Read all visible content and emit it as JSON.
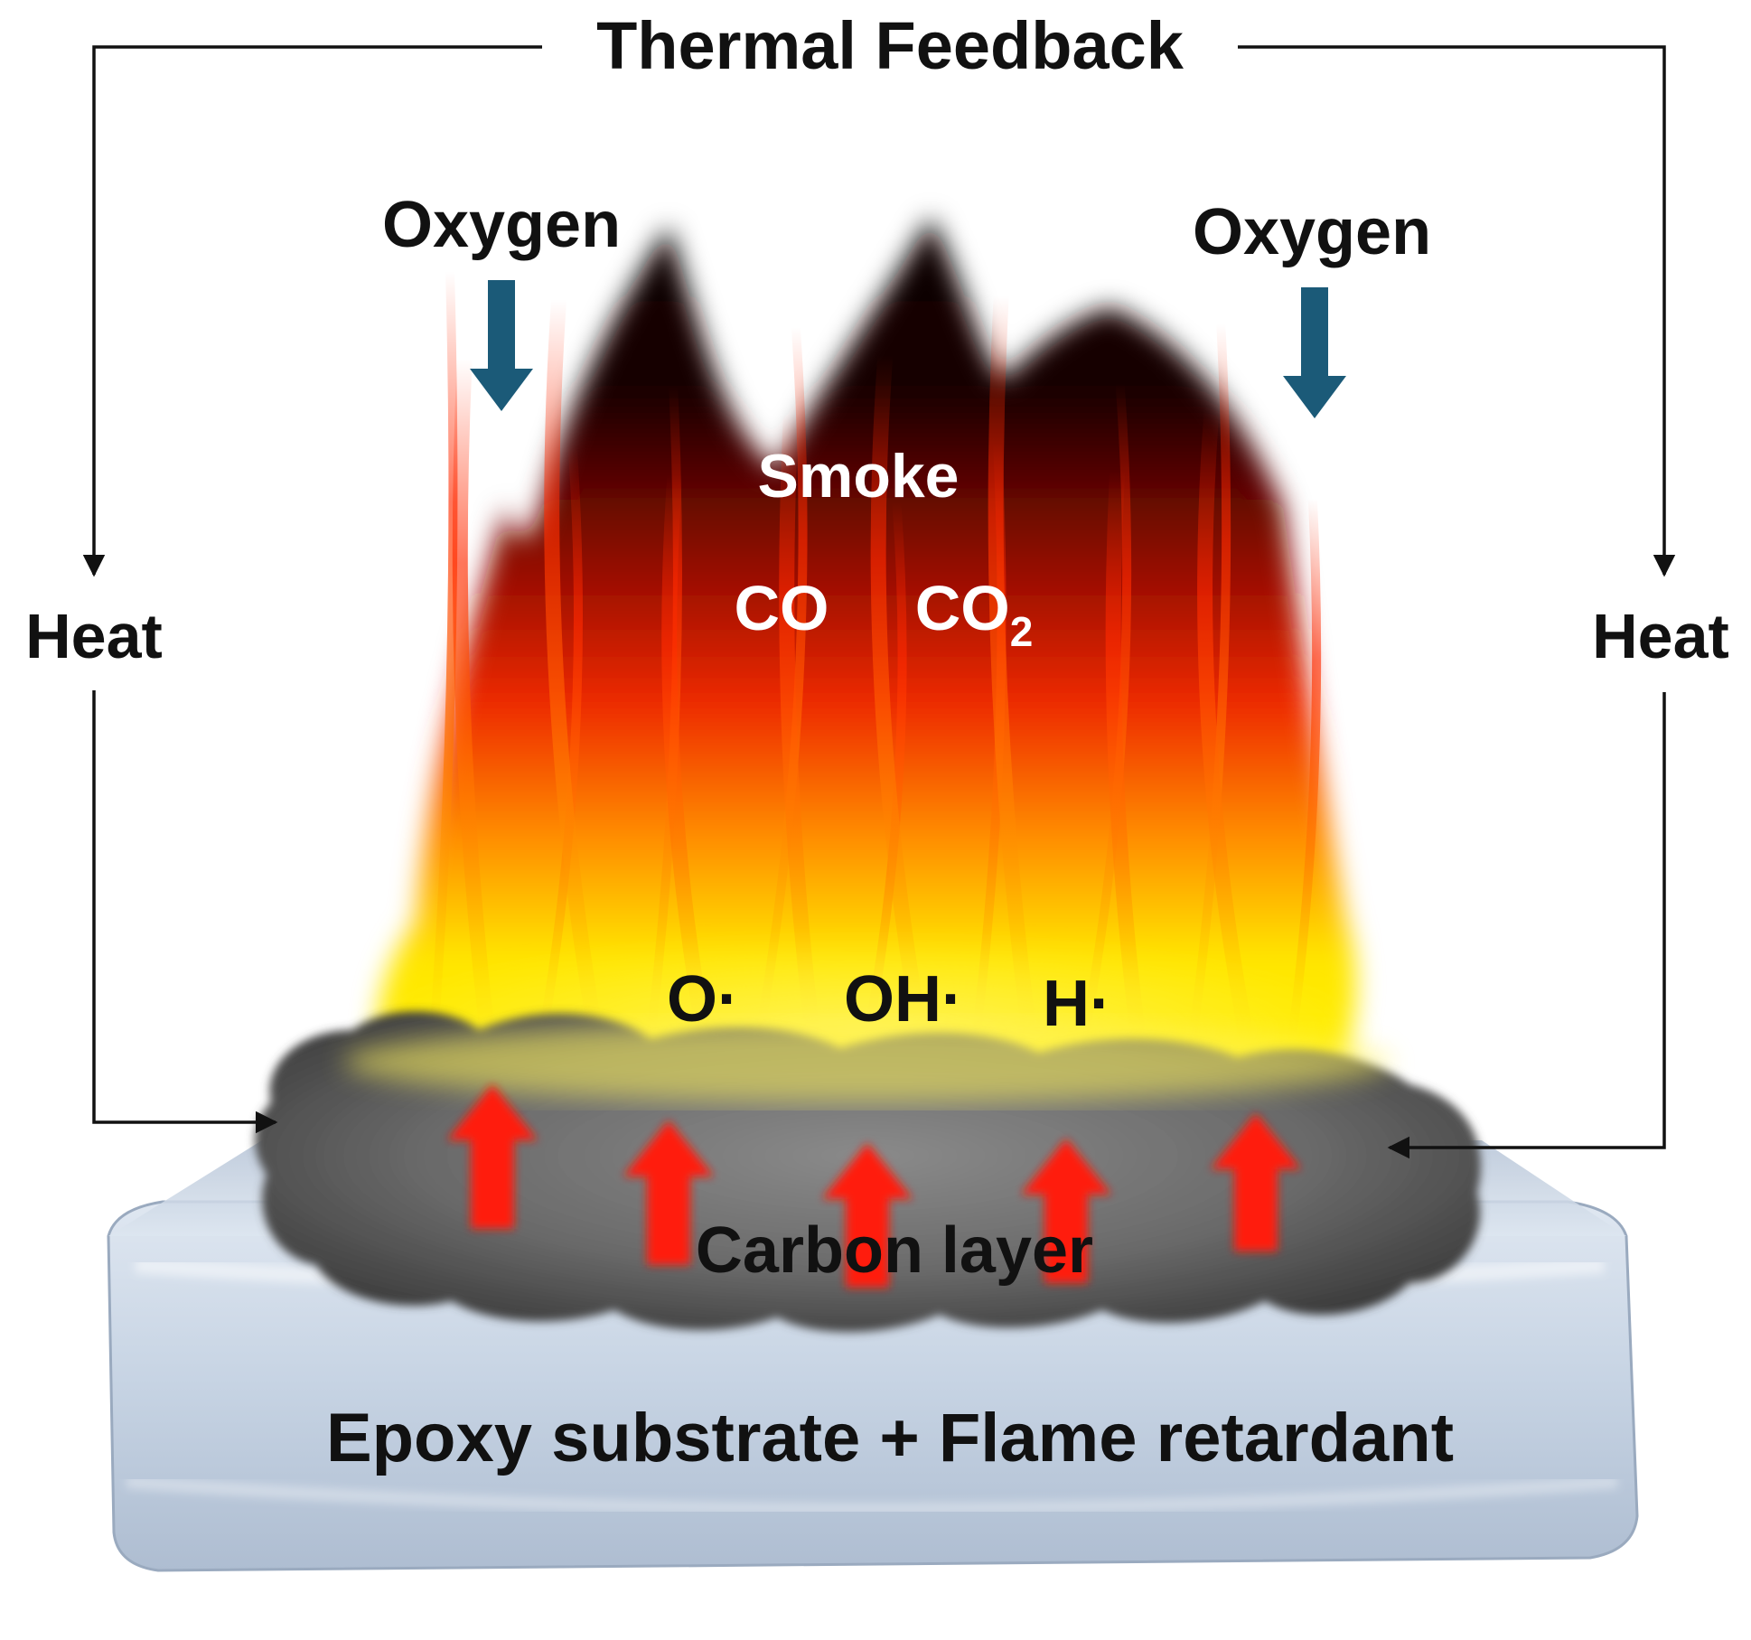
{
  "diagram": {
    "title": "Thermal Feedback",
    "heat_left": "Heat",
    "heat_right": "Heat",
    "oxygen_left": "Oxygen",
    "oxygen_right": "Oxygen",
    "smoke": "Smoke",
    "co": "CO",
    "co2_main": "CO",
    "co2_sub": "2",
    "radical_o": "O·",
    "radical_oh": "OH·",
    "radical_h": "H·",
    "carbon_layer": "Carbon layer",
    "substrate": "Epoxy substrate + Flame retardant"
  },
  "colors": {
    "oxygen_arrow": "#1b5a78",
    "heat_arrow": "#ff1a0a",
    "char": "#6e6e6e",
    "substrate": "#c9d6e6",
    "flame_yellow": "#ffe600",
    "flame_orange": "#ff6a00",
    "flame_red": "#e01a00",
    "flame_dark": "#1a0400"
  }
}
